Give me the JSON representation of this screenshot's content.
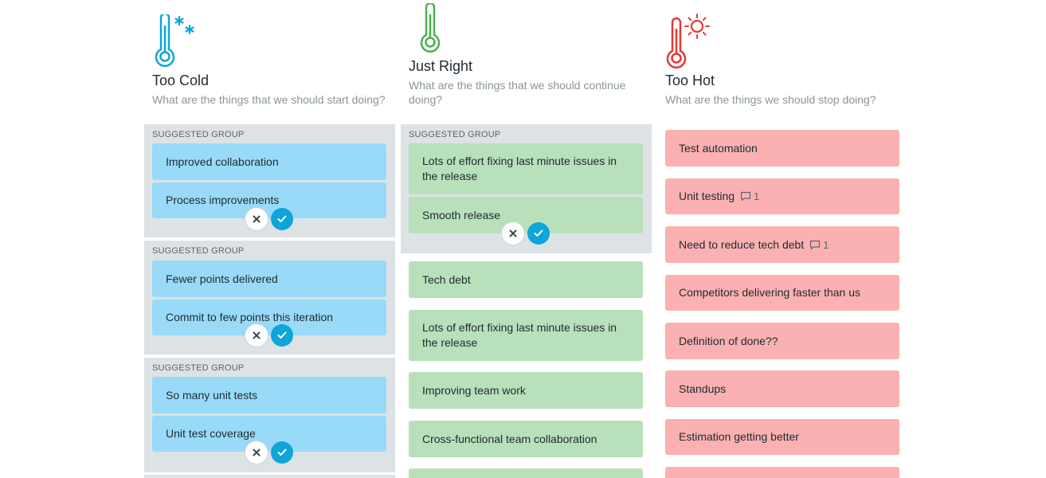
{
  "columns": {
    "cold": {
      "title": "Too Cold",
      "subtitle": "What are the things that we should start doing?",
      "groups": [
        {
          "label": "SUGGESTED GROUP",
          "cards": [
            "Improved collaboration",
            "Process improvements"
          ]
        },
        {
          "label": "SUGGESTED GROUP",
          "cards": [
            "Fewer points delivered",
            "Commit to few points this iteration"
          ]
        },
        {
          "label": "SUGGESTED GROUP",
          "cards": [
            "So many unit tests",
            "Unit test coverage"
          ]
        }
      ]
    },
    "right": {
      "title": "Just Right",
      "subtitle": "What are the things that we should continue doing?",
      "groups": [
        {
          "label": "SUGGESTED GROUP",
          "cards": [
            "Lots of effort fixing last minute issues in the release",
            "Smooth release"
          ]
        }
      ],
      "cards": [
        "Tech debt",
        "Lots of effort fixing last minute issues in the release",
        "Improving team work",
        "Cross-functional team collaboration"
      ]
    },
    "hot": {
      "title": "Too Hot",
      "subtitle": "What are the things we should stop doing?",
      "cards": [
        {
          "text": "Test automation",
          "comments": ""
        },
        {
          "text": "Unit testing",
          "comments": "1"
        },
        {
          "text": "Need to reduce tech debt",
          "comments": "1"
        },
        {
          "text": "Competitors delivering faster than us",
          "comments": ""
        },
        {
          "text": "Definition of done??",
          "comments": ""
        },
        {
          "text": "Standups",
          "comments": ""
        },
        {
          "text": "Estimation getting better",
          "comments": ""
        }
      ]
    }
  },
  "icons": {
    "cold": "thermometer-snowflake-icon",
    "right": "thermometer-icon",
    "hot": "thermometer-sun-icon",
    "comment": "comment-icon",
    "reject": "close-icon",
    "accept": "check-icon"
  },
  "colors": {
    "cold_accent": "#0ea5d8",
    "right_accent": "#4caf50",
    "hot_accent": "#e53935",
    "cold_card": "#98daf8",
    "right_card": "#b8e0bb",
    "hot_card": "#fbb1b1",
    "group_bg": "#dde2e5"
  }
}
